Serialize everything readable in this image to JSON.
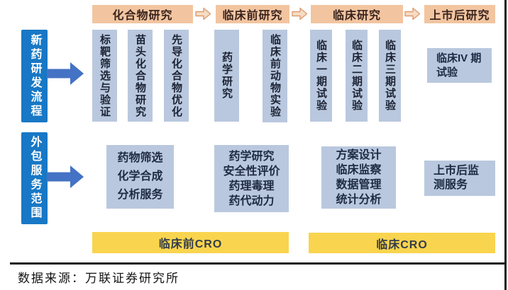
{
  "diagram_title_implicit": "CRO服务与新药研发流程对应图",
  "row_labels": [
    {
      "label": "新药研发流程"
    },
    {
      "label": "外包服务范围"
    }
  ],
  "stage_headers": [
    {
      "label": "化合物研究"
    },
    {
      "label": "临床前研究"
    },
    {
      "label": "临床研究"
    },
    {
      "label": "上市后研究"
    }
  ],
  "process_boxes": [
    {
      "label": "标靶筛选与验证"
    },
    {
      "label": "苗头化合物研究"
    },
    {
      "label": "先导化合物优化"
    },
    {
      "label": "药学研究"
    },
    {
      "label": "临床前动物实验"
    },
    {
      "label": "临床一期试验"
    },
    {
      "label": "临床二期试验"
    },
    {
      "label": "临床三期试验"
    }
  ],
  "phase4_box": {
    "lines": [
      "临床IV 期",
      "试验"
    ]
  },
  "service_boxes": [
    {
      "lines": [
        "药物筛选",
        "化学合成",
        "分析服务"
      ]
    },
    {
      "lines": [
        "药学研究",
        "安全性评价",
        "药理毒理",
        "药代动力"
      ]
    },
    {
      "lines": [
        "方案设计",
        "临床监察",
        "数据管理",
        "统计分析"
      ]
    },
    {
      "lines": [
        "上市后监",
        "测服务"
      ]
    }
  ],
  "cro_bars": [
    {
      "label": "临床前CRO"
    },
    {
      "label": "临床CRO"
    }
  ],
  "footer": {
    "source_text": "数据来源：万联证券研究所"
  },
  "colors": {
    "stage_header_bg": "#f2c5a0",
    "stage_header_text": "#3a241e",
    "row_label_bg": "#1878c5",
    "row_label_text": "#ffffff",
    "process_box_bg": "#b9c8de",
    "process_box_text": "#1c2335",
    "flow_arrow_blue": "#4472c4",
    "stage_arrow_fill": "#f6dcc3",
    "stage_arrow_stroke": "#db9c72",
    "cro_bar_bg": "#f9d44e",
    "cro_bar_text": "#333c49",
    "border_line": "#1a1a1a"
  }
}
